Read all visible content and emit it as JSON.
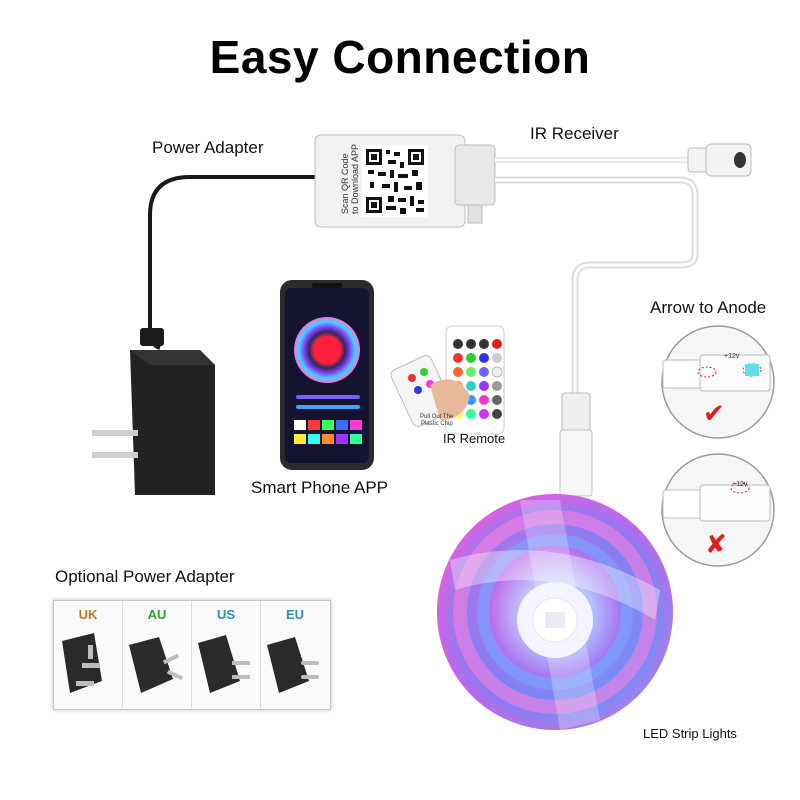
{
  "title": "Easy Connection",
  "labels": {
    "power_adapter": "Power Adapter",
    "ir_receiver": "IR Receiver",
    "arrow_to_anode": "Arrow to Anode",
    "smart_phone_app": "Smart Phone APP",
    "ir_remote": "IR Remote",
    "optional_power_adapter": "Optional Power Adapter",
    "led_strip_lights": "LED Strip Lights"
  },
  "controller": {
    "qr_text_line1": "Scan QR Code",
    "qr_text_line2": "to Download APP"
  },
  "remote": {
    "chip_note_line1": "Pull Out The",
    "chip_note_line2": "Plastic Chip"
  },
  "anode_diagram": {
    "voltage_label": "+12v",
    "correct_mark": "✔",
    "wrong_mark": "✘"
  },
  "plugs": [
    {
      "region": "UK",
      "color": "#c8741a"
    },
    {
      "region": "AU",
      "color": "#2e9e2e"
    },
    {
      "region": "US",
      "color": "#2a8fb0"
    },
    {
      "region": "EU",
      "color": "#2a8fb0"
    }
  ],
  "colors": {
    "correct": "#e01e1e",
    "wrong": "#e01e1e"
  }
}
